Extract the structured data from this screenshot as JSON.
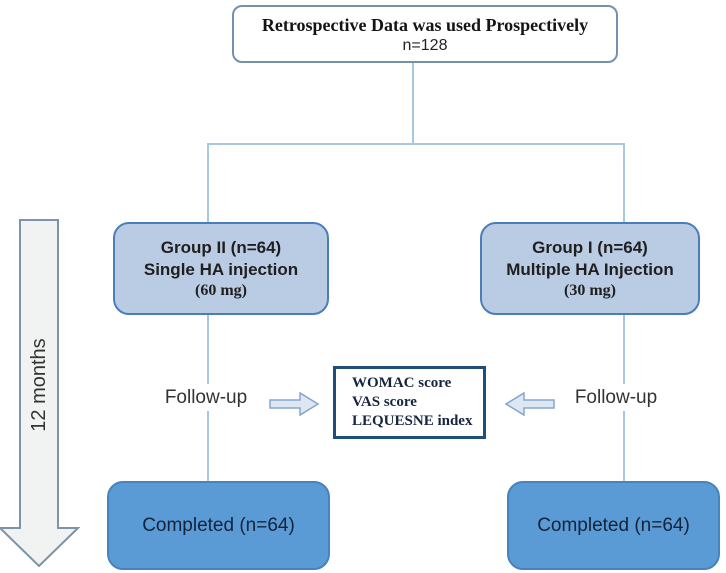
{
  "diagram": {
    "top_box": {
      "title": "Retrospective Data was used Prospectively",
      "subtitle": "n=128"
    },
    "timeline": {
      "label": "12 months"
    },
    "group_left": {
      "line1": "Group II (n=64)",
      "line2": "Single HA injection",
      "dose": "(60 mg)"
    },
    "group_right": {
      "line1": "Group I (n=64)",
      "line2": "Multiple HA Injection",
      "dose": "(30 mg)"
    },
    "followup_left": {
      "label": "Follow-up"
    },
    "followup_right": {
      "label": "Follow-up"
    },
    "outcome_box": {
      "line1": "WOMAC score",
      "line2": "VAS score",
      "line3": "LEQUESNE index"
    },
    "completed_left": {
      "label": "Completed (n=64)"
    },
    "completed_right": {
      "label": "Completed (n=64)"
    },
    "colors": {
      "group_fill": "#b9cce4",
      "group_border": "#4a7ebb",
      "completed_fill": "#5b9bd5",
      "completed_border": "#4783bc",
      "outcome_border": "#1f4e79",
      "top_box_border": "#7590ad",
      "connector_line": "#a9c7de",
      "block_arrow_fill": "#dde7f3",
      "block_arrow_border": "#87a5c9",
      "timeline_arrow_fill": "#f1f2f2",
      "timeline_arrow_border": "#7e93a8"
    }
  }
}
